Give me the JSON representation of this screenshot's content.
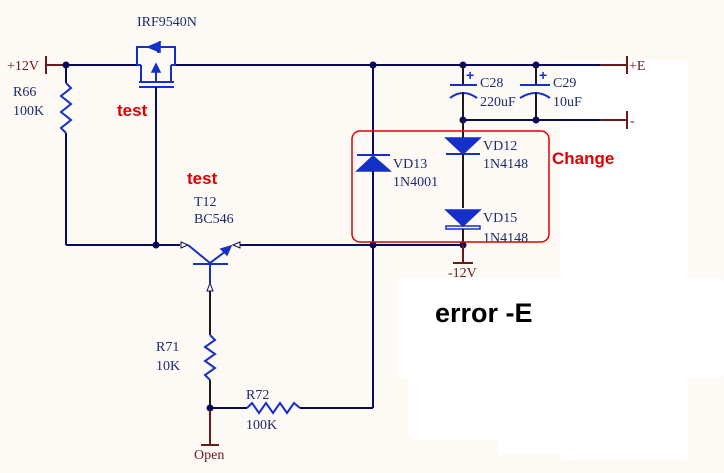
{
  "diagram": {
    "type": "circuit-schematic",
    "power_ports": {
      "plus12v": "+12V",
      "minus12v": "-12V",
      "plus_e": "+E",
      "minus": "-",
      "open": "Open"
    },
    "components": {
      "mosfet": {
        "part": "IRF9540N"
      },
      "r66": {
        "ref": "R66",
        "value": "100K"
      },
      "t12": {
        "ref": "T12",
        "part": "BC546"
      },
      "r71": {
        "ref": "R71",
        "value": "10K"
      },
      "r72": {
        "ref": "R72",
        "value": "100K"
      },
      "c28": {
        "ref": "C28",
        "value": "220uF"
      },
      "c29": {
        "ref": "C29",
        "value": "10uF"
      },
      "vd13": {
        "ref": "VD13",
        "part": "1N4001"
      },
      "vd12": {
        "ref": "VD12",
        "part": "1N4148"
      },
      "vd15": {
        "ref": "VD15",
        "part": "1N4148"
      }
    },
    "annotations": {
      "test_mosfet": "test",
      "test_transistor": "test",
      "change": "Change",
      "error": "error -E"
    },
    "colors": {
      "wire": "#0a0a5a",
      "component": "#1530c8",
      "power": "#6b1a1a",
      "annotation": "#e00000",
      "background": "#fdfaf6"
    }
  }
}
